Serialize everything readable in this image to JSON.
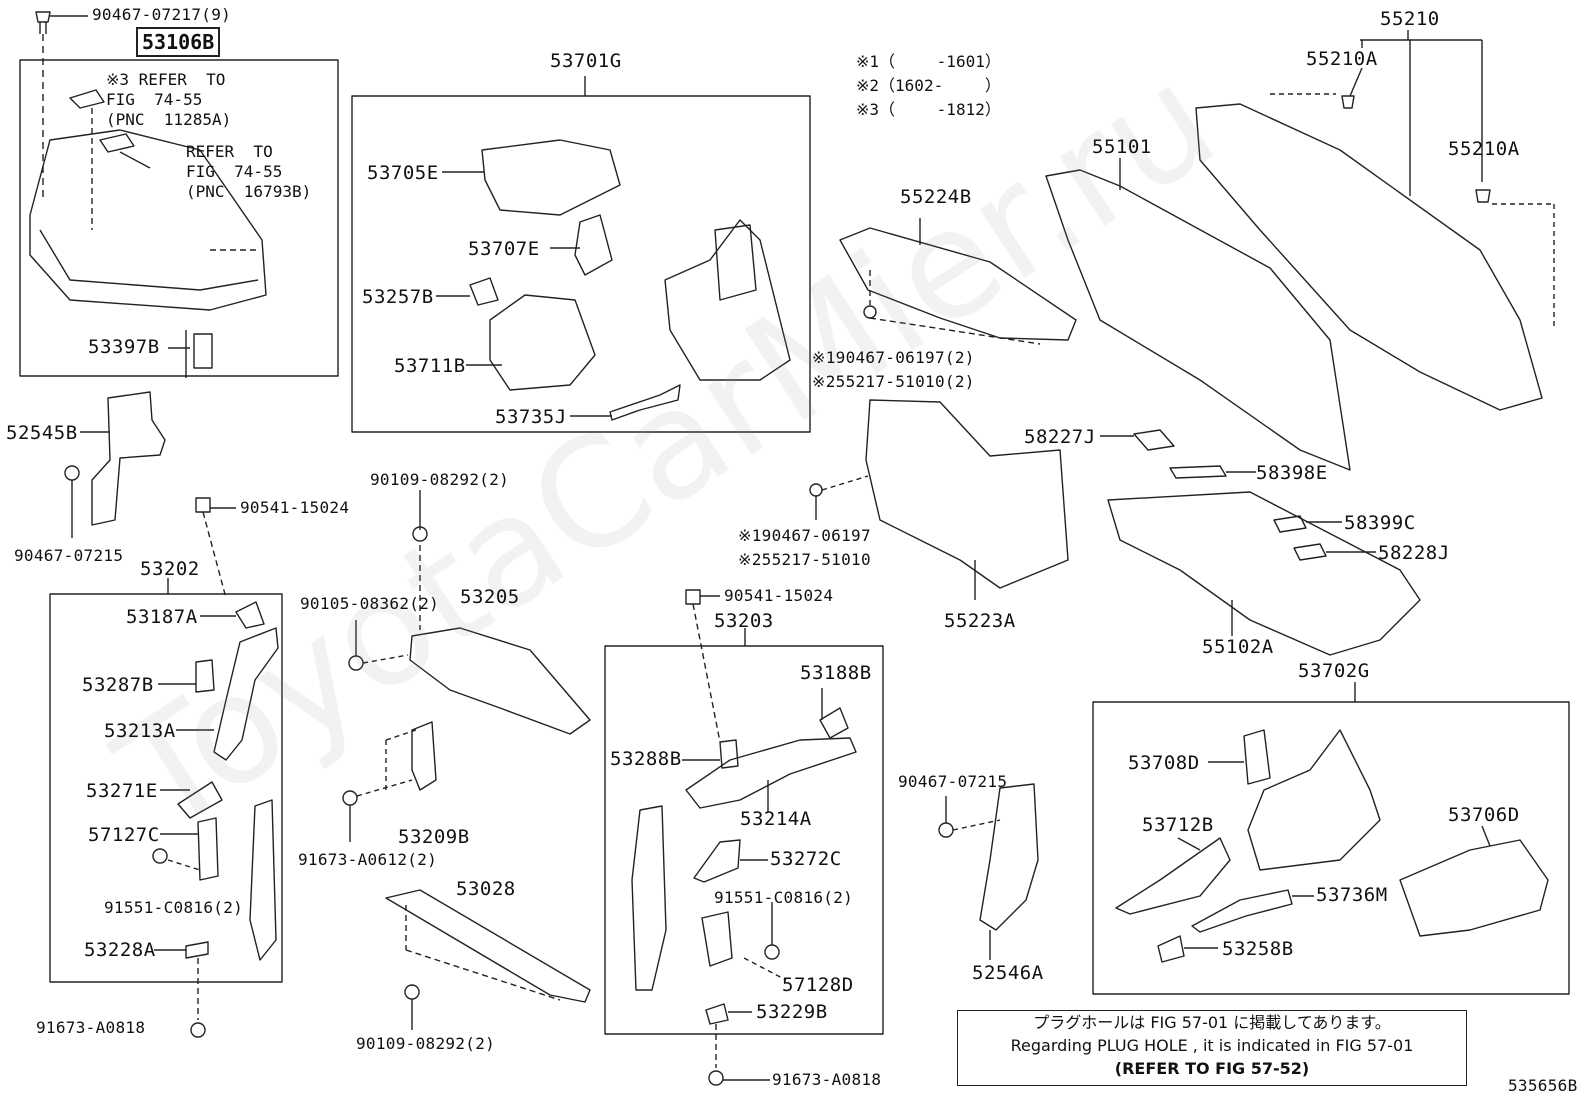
{
  "diagram_id": "535656B",
  "watermark": "ToyotaCarMier.ru",
  "notes": [
    "※1（　　 -1601）",
    "※2（1602-　　 ）",
    "※3（　　 -1812）"
  ],
  "notice": {
    "jp": "プラグホールは FIG 57-01 に掲載してあります。",
    "en": "Regarding  PLUG  HOLE , it is indicated in  FIG  57-01",
    "ref": "(REFER  TO  FIG  57-52)"
  },
  "labels": {
    "l_90467_07217": "90467-07217(9)",
    "l_53106B": "53106B",
    "l_refer1": "※3 REFER  TO\nFIG  74-55\n(PNC  11285A)",
    "l_refer2": "REFER  TO\nFIG  74-55\n(PNC  16793B)",
    "l_53397B": "53397B",
    "l_53701G": "53701G",
    "l_53705E": "53705E",
    "l_53707E": "53707E",
    "l_53257B": "53257B",
    "l_53711B": "53711B",
    "l_53735J": "53735J",
    "l_52545B": "52545B",
    "l_90467_07215a": "90467-07215",
    "l_90541_15024a": "90541-15024",
    "l_53202": "53202",
    "l_53187A": "53187A",
    "l_53287B": "53287B",
    "l_53213A": "53213A",
    "l_53271E": "53271E",
    "l_57127C": "57127C",
    "l_91551_C0816a": "91551-C0816(2)",
    "l_53228A": "53228A",
    "l_91673_A0818a": "91673-A0818",
    "l_90109_08292a": "90109-08292(2)",
    "l_90105_08362": "90105-08362(2)",
    "l_53205": "53205",
    "l_53209B": "53209B",
    "l_91673_A0612": "91673-A0612(2)",
    "l_53028": "53028",
    "l_90109_08292b": "90109-08292(2)",
    "l_90541_15024b": "90541-15024",
    "l_53203": "53203",
    "l_53188B": "53188B",
    "l_53288B": "53288B",
    "l_53214A": "53214A",
    "l_53272C": "53272C",
    "l_91551_C0816b": "91551-C0816(2)",
    "l_57128D": "57128D",
    "l_53229B": "53229B",
    "l_91673_A0818b": "91673-A0818",
    "l_55224B": "55224B",
    "l_90467_06197_2": "※190467-06197(2)",
    "l_55217_51010_2": "※255217-51010(2)",
    "l_90467_06197": "※190467-06197",
    "l_55217_51010": "※255217-51010",
    "l_55223A": "55223A",
    "l_55101": "55101",
    "l_55210": "55210",
    "l_55210A_1": "55210A",
    "l_55210A_2": "55210A",
    "l_58227J": "58227J",
    "l_58398E": "58398E",
    "l_58399C": "58399C",
    "l_58228J": "58228J",
    "l_55102A": "55102A",
    "l_53702G": "53702G",
    "l_53708D": "53708D",
    "l_53712B": "53712B",
    "l_53706D": "53706D",
    "l_53736M": "53736M",
    "l_53258B": "53258B",
    "l_90467_07215b": "90467-07215",
    "l_52546A": "52546A"
  }
}
